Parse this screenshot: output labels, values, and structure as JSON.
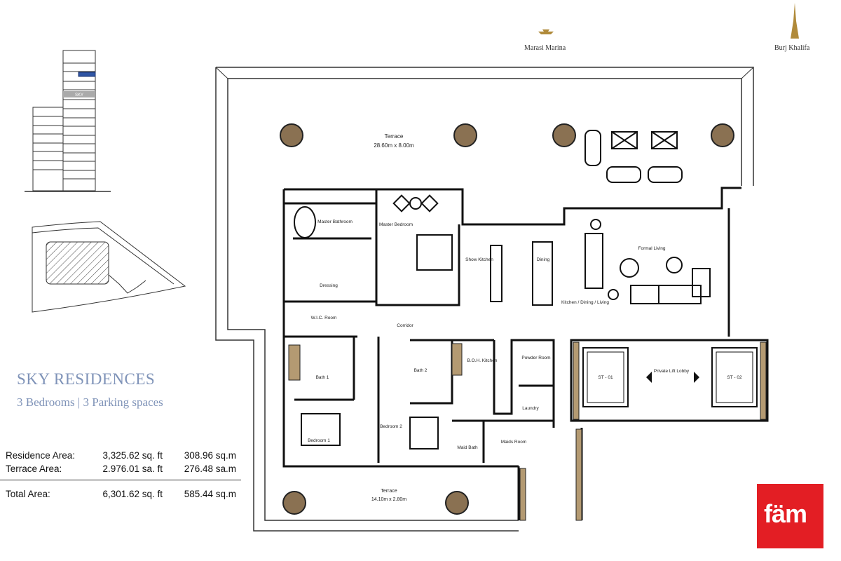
{
  "landmarks": {
    "marina": "Marasi Marina",
    "khalifa": "Burj Khalifa"
  },
  "elevation": {
    "highlight_label": "SKY",
    "highlight_color": "#2f55a4"
  },
  "project": {
    "title": "SKY RESIDENCES",
    "subtitle": "3 Bedrooms | 3 Parking spaces"
  },
  "areas": {
    "rows": [
      {
        "label": "Residence Area:",
        "sqft": "3,325.62 sq. ft",
        "sqm": "308.96 sq.m"
      },
      {
        "label": "Terrace Area:",
        "sqft": "2.976.01 sa. ft",
        "sqm": "276.48 sa.m"
      }
    ],
    "total": {
      "label": "Total Area:",
      "sqft": "6,301.62 sq. ft",
      "sqm": "585.44 sq.m"
    }
  },
  "rooms": {
    "terrace_top": {
      "name": "Terrace",
      "dims": "28.60m x 8.00m"
    },
    "terrace_bottom": {
      "name": "Terrace",
      "dims": "14.10m x 2.80m"
    },
    "master_bath": "Master Bathroom",
    "master_bed": "Master Bedroom",
    "dressing": "Dressing",
    "wic": "W.I.C. Room",
    "corridor": "Corridor",
    "show_kitchen": "Show Kitchen",
    "dining": "Dining",
    "formal_living": "Formal Living",
    "kdl": "Kitchen / Dining / Living",
    "bath1": "Bath 1",
    "bath2": "Bath 2",
    "boh": "B.O.H. Kitchen",
    "powder": "Powder Room",
    "laundry": "Laundry",
    "maids": "Maids Room",
    "maid_bath": "Maid Bath",
    "bed1": "Bedroom 1",
    "bed2": "Bedroom 2",
    "lobby": "Private Lift Lobby",
    "st1": "ST - 01",
    "st2": "ST - 02"
  },
  "colors": {
    "wall": "#111111",
    "column": "#8a7152",
    "wall_fill": "#b49a72",
    "brand": "#e31e24",
    "title": "#7f93b8"
  },
  "brand": {
    "logo": "fäm"
  }
}
